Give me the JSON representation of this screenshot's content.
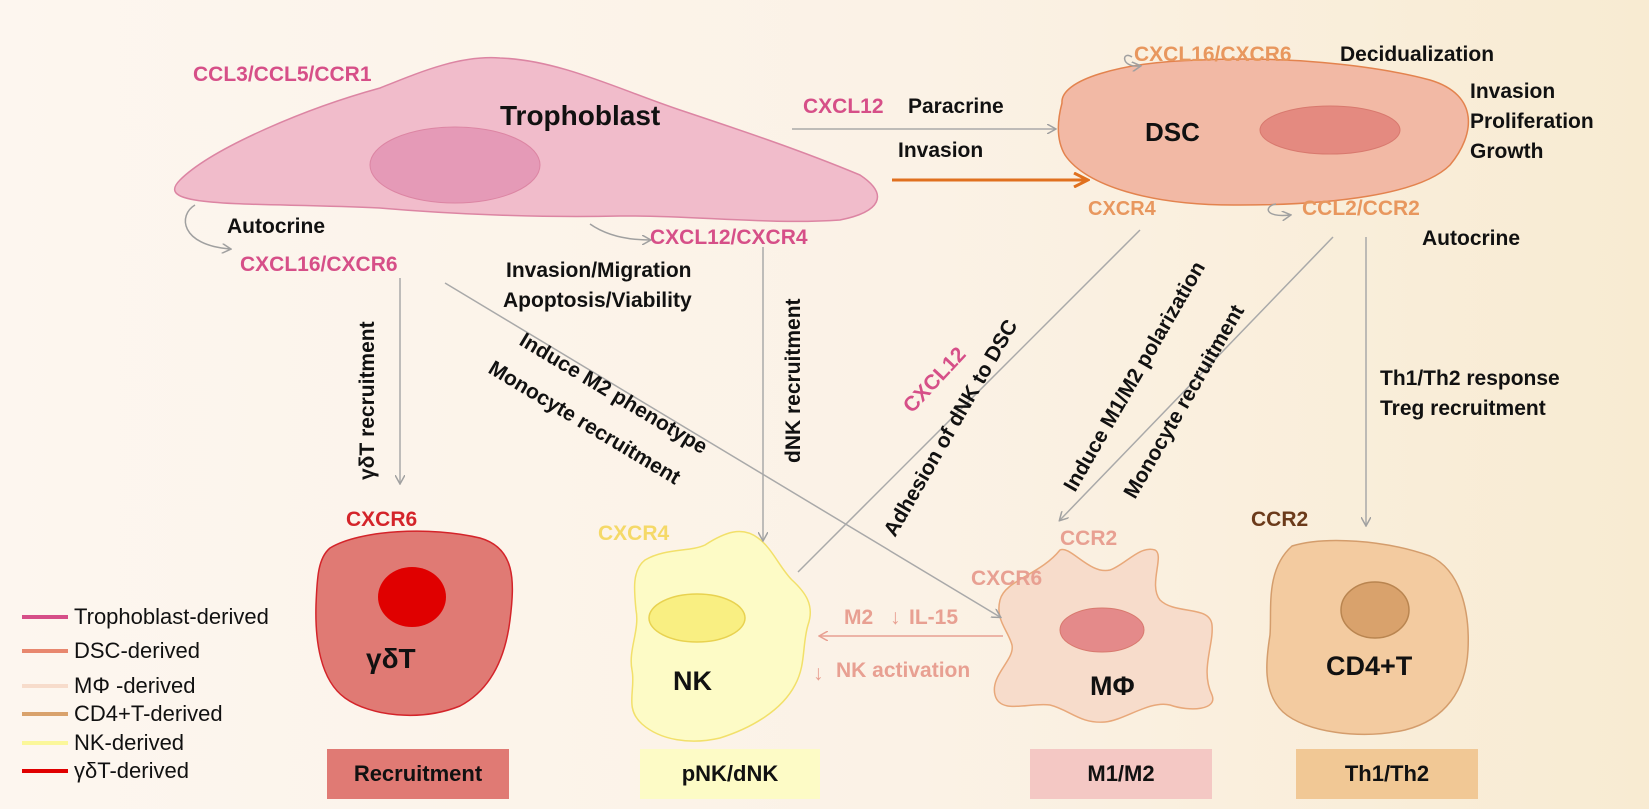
{
  "colors": {
    "trophoblast": "#d64f88",
    "dsc": "#e8975e",
    "macrophage": "#e8a092",
    "cd4t": "#6b3a1a",
    "nk": "#f5d968",
    "gdt": "#e00000",
    "arrow_gray": "#a9a9a9",
    "arrow_orange": "#e0701e"
  },
  "cells": {
    "trophoblast": "Trophoblast",
    "dsc": "DSC",
    "gdt": "γδT",
    "nk": "NK",
    "mphi": "MΦ",
    "cd4t": "CD4+T"
  },
  "labels": {
    "ccl3_ccl5_ccr1": "CCL3/CCL5/CCR1",
    "cxcl16_cxcr6_dsc": "CXCL16/CXCR6",
    "decidualization": "Decidualization",
    "invasion_list": [
      "Invasion",
      "Proliferation",
      "Growth"
    ],
    "cxcl12_paracrine_cyto": "CXCL12",
    "paracrine": "Paracrine",
    "invasion": "Invasion",
    "dsc_cxcr4": "CXCR4",
    "ccl2_ccr2": "CCL2/CCR2",
    "autocrine_dsc": "Autocrine",
    "autocrine_tropho": "Autocrine",
    "cxcl16_cxcr6_tropho": "CXCL16/CXCR6",
    "cxcl12_cxcr4": "CXCL12/CXCR4",
    "invasion_migration": "Invasion/Migration",
    "apoptosis_viability": "Apoptosis/Viability",
    "gdt_recruitment": "γδT recruitment",
    "dnk_recruitment": "dNK recruitment",
    "induce_m2": "Induce M2 phenotype",
    "monocyte_recruitment_1": "Monocyte recruitment",
    "cxcl12_diag": "CXCL12",
    "adhesion": "Adhesion of dNK to DSC",
    "induce_m1m2": "Induce M1/M2 polarization",
    "monocyte_recruitment_2": "Monocyte recruitment",
    "th1th2_response": "Th1/Th2 response",
    "treg_recruitment": "Treg recruitment",
    "cxcr6_gdt": "CXCR6",
    "cxcr4_nk": "CXCR4",
    "ccr2_mphi": "CCR2",
    "cxcr6_mphi": "CXCR6",
    "ccr2_cd4": "CCR2",
    "m2": "M2",
    "il15": "IL-15",
    "nk_activation": "NK activation",
    "down_arrow": "↓"
  },
  "legend": [
    {
      "label": "Trophoblast-derived",
      "color": "#d64f88"
    },
    {
      "label": "DSC-derived",
      "color": "#e8876e"
    },
    {
      "label": "MΦ -derived",
      "color": "#f7dccb"
    },
    {
      "label": "CD4+T-derived",
      "color": "#d9a26c"
    },
    {
      "label": "NK-derived",
      "color": "#fbf79a"
    },
    {
      "label": "γδT-derived",
      "color": "#e00000"
    }
  ],
  "outcomes": [
    {
      "label": "Recruitment",
      "color": "#e07a74"
    },
    {
      "label": "pNK/dNK",
      "color": "#fdfbc6"
    },
    {
      "label": "M1/M2",
      "color": "#f4c8c4"
    },
    {
      "label": "Th1/Th2",
      "color": "#f1c895"
    }
  ]
}
